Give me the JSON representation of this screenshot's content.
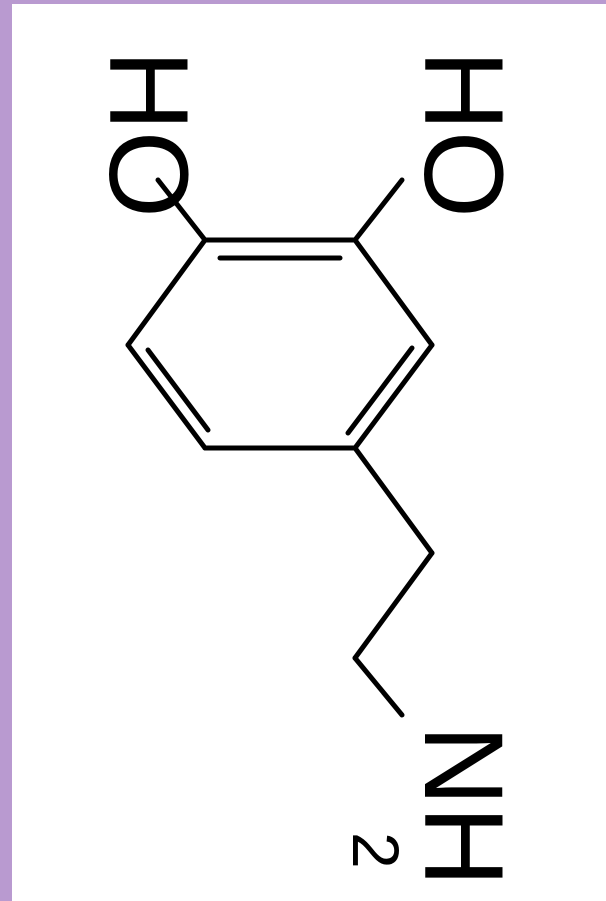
{
  "molecule": {
    "hydroxyl_left": "HO",
    "hydroxyl_right": "HO",
    "amine_main": "NH",
    "amine_subscript": "2"
  },
  "colors": {
    "frame": "#B99AD0",
    "background": "#FFFFFF",
    "ink": "#000000"
  }
}
